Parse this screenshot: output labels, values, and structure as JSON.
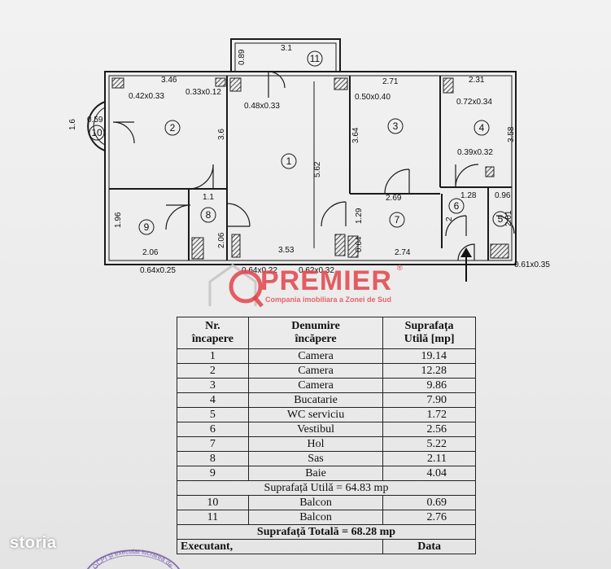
{
  "plan": {
    "dimensions": {
      "balcony_top_w": "3.1",
      "balcony_top_h": "0.89",
      "room2_w": "3.46",
      "room2_h": "3.6",
      "pillar_r2a": "0.42x0.33",
      "pillar_r2b": "0.33x0.12",
      "pillar_r1": "0.48x0.33",
      "room1_h": "5.62",
      "room1_w": "3.53",
      "room3_w": "2.71",
      "room3_h": "3.64",
      "pillar_r3": "0.50x0.40",
      "room4_w": "2.31",
      "room4_h": "3.58",
      "pillar_r4a": "0.72x0.34",
      "pillar_r4b": "0.39x0.32",
      "balcony_left_h": "1.6",
      "balcony_left_w": "0.59",
      "room8_w": "1.1",
      "room8_h": "2.06",
      "room9_h": "1.96",
      "room9_w": "2.06",
      "room7_w_top": "2.69",
      "room7_h": "1.29",
      "room7_w": "2.74",
      "pillar_r7": "0.64",
      "room6_w": "1.28",
      "room6_h": "2",
      "room5_w": "0.96",
      "room5_h": "2.01",
      "pillar_b1": "0.64x0.25",
      "pillar_b2": "0.64x0.22",
      "pillar_b3": "0.62x0.32",
      "pillar_b4": "0.61x0.35"
    },
    "room_numbers": [
      "1",
      "2",
      "3",
      "4",
      "5",
      "6",
      "7",
      "8",
      "9",
      "10",
      "11"
    ]
  },
  "watermark": {
    "brand": "PREMIER",
    "tagline": "Compania imobiliara a Zonei de Sud",
    "registered": "®"
  },
  "table": {
    "headers": {
      "nr_line1": "Nr.",
      "nr_line2": "încapere",
      "name_line1": "Denumire",
      "name_line2": "încăpere",
      "area_line1": "Suprafața",
      "area_line2": "Utilă [mp]"
    },
    "rows": [
      {
        "nr": "1",
        "name": "Camera",
        "area": "19.14"
      },
      {
        "nr": "2",
        "name": "Camera",
        "area": "12.28"
      },
      {
        "nr": "3",
        "name": "Camera",
        "area": "9.86"
      },
      {
        "nr": "4",
        "name": "Bucatarie",
        "area": "7.90"
      },
      {
        "nr": "5",
        "name": "WC serviciu",
        "area": "1.72"
      },
      {
        "nr": "6",
        "name": "Vestibul",
        "area": "2.56"
      },
      {
        "nr": "7",
        "name": "Hol",
        "area": "5.22"
      },
      {
        "nr": "8",
        "name": "Sas",
        "area": "2.11"
      },
      {
        "nr": "9",
        "name": "Baie",
        "area": "4.04"
      }
    ],
    "useful_total": "Suprafață Utilă = 64.83 mp",
    "balconies": [
      {
        "nr": "10",
        "name": "Balcon",
        "area": "0.69"
      },
      {
        "nr": "11",
        "name": "Balcon",
        "area": "2.76"
      }
    ],
    "grand_total": "Suprafață Totală = 68.28 mp",
    "footer_left": "Executant,",
    "footer_right": "Data"
  },
  "site_badge": "storia",
  "stamp_text": "OCPI şi executat lucrarea de"
}
